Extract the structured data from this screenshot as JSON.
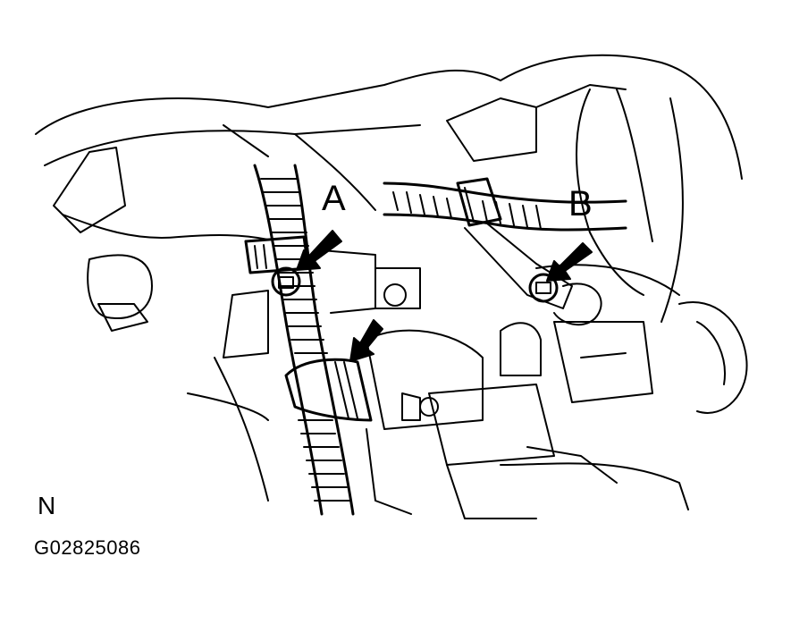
{
  "labels": {
    "callout_a": "A",
    "callout_b": "B",
    "view_marker": "N",
    "figure_code": "G02825086"
  },
  "colors": {
    "line": "#000000",
    "background": "#ffffff"
  }
}
